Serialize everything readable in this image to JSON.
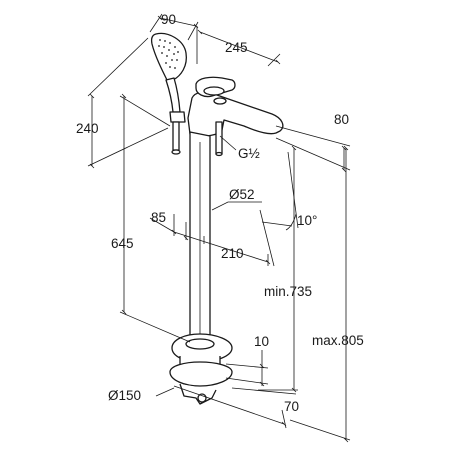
{
  "drawing": {
    "dimensions": {
      "hand_shower_width": "90",
      "spout_reach": "245",
      "hand_shower_height": "240",
      "spout_height": "80",
      "connection_thread": "G½",
      "column_diameter": "Ø52",
      "offset_angle": "10°",
      "offset_depth": "85",
      "offset_width": "210",
      "column_height": "645",
      "min_height": "min.735",
      "max_height": "max.805",
      "base_height": "10",
      "base_diameter": "Ø150",
      "base_depth": "70"
    }
  }
}
